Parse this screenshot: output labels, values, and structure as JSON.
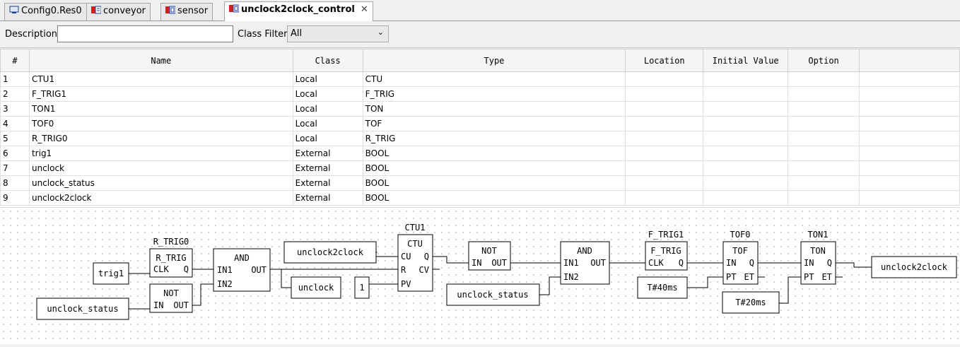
{
  "tabs": [
    {
      "label": "Config0.Res0"
    },
    {
      "label": "conveyor"
    },
    {
      "label": "sensor"
    },
    {
      "label": "unclock2clock_control"
    }
  ],
  "toolbar": {
    "description_label": "Description:",
    "description_value": "",
    "class_filter_label": "Class Filter:",
    "class_filter_value": "All"
  },
  "table": {
    "columns": [
      "#",
      "Name",
      "Class",
      "Type",
      "Location",
      "Initial Value",
      "Option"
    ],
    "rows": [
      [
        "1",
        "CTU1",
        "Local",
        "CTU",
        "",
        "",
        ""
      ],
      [
        "2",
        "F_TRIG1",
        "Local",
        "F_TRIG",
        "",
        "",
        ""
      ],
      [
        "3",
        "TON1",
        "Local",
        "TON",
        "",
        "",
        ""
      ],
      [
        "4",
        "TOF0",
        "Local",
        "TOF",
        "",
        "",
        ""
      ],
      [
        "5",
        "R_TRIG0",
        "Local",
        "R_TRIG",
        "",
        "",
        ""
      ],
      [
        "6",
        "trig1",
        "External",
        "BOOL",
        "",
        "",
        ""
      ],
      [
        "7",
        "unclock",
        "External",
        "BOOL",
        "",
        "",
        ""
      ],
      [
        "8",
        "unclock_status",
        "External",
        "BOOL",
        "",
        "",
        ""
      ],
      [
        "9",
        "unclock2clock",
        "External",
        "BOOL",
        "",
        "",
        ""
      ]
    ]
  },
  "diagram": {
    "vars": {
      "trig1": "trig1",
      "status1": "unclock_status",
      "u2c_in": "unclock2clock",
      "unclock": "unclock",
      "const1": "1",
      "status2": "unclock_status",
      "t40": "T#40ms",
      "t20": "T#20ms",
      "u2c_out": "unclock2clock"
    },
    "blocks": {
      "rtrig": {
        "instance": "R_TRIG0",
        "type": "R_TRIG",
        "in": "CLK",
        "out": "Q"
      },
      "not1": {
        "type": "NOT",
        "in": "IN",
        "out": "OUT"
      },
      "and1": {
        "type": "AND",
        "in1": "IN1",
        "in2": "IN2",
        "out": "OUT"
      },
      "ctu": {
        "instance": "CTU1",
        "type": "CTU",
        "cu": "CU",
        "r": "R",
        "pv": "PV",
        "q": "Q",
        "cv": "CV"
      },
      "not2": {
        "type": "NOT",
        "in": "IN",
        "out": "OUT"
      },
      "and2": {
        "type": "AND",
        "in1": "IN1",
        "in2": "IN2",
        "out": "OUT"
      },
      "ftrig": {
        "instance": "F_TRIG1",
        "type": "F_TRIG",
        "in": "CLK",
        "out": "Q"
      },
      "tof": {
        "instance": "TOF0",
        "type": "TOF",
        "in": "IN",
        "pt": "PT",
        "q": "Q",
        "et": "ET"
      },
      "ton": {
        "instance": "TON1",
        "type": "TON",
        "in": "IN",
        "pt": "PT",
        "q": "Q",
        "et": "ET"
      }
    }
  }
}
